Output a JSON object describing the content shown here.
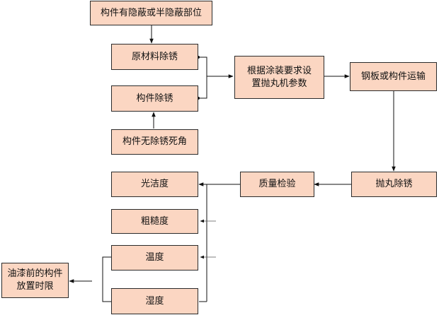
{
  "diagram": {
    "nodes": {
      "top": "构件有隐蔽或半隐蔽部位",
      "raw_rust": "原材料除锈",
      "member_rust": "构件除锈",
      "no_dead_corner": "构件无除锈死角",
      "set_params": "根据涂装要求设\n置抛丸机参数",
      "transport": "钢板或构件运输",
      "shot_blast": "抛丸除锈",
      "quality_check": "质量检验",
      "cleanliness": "光洁度",
      "roughness": "粗糙度",
      "temperature": "温度",
      "humidity": "湿度",
      "placement_limit": "油漆前的构件\n放置时限"
    }
  }
}
